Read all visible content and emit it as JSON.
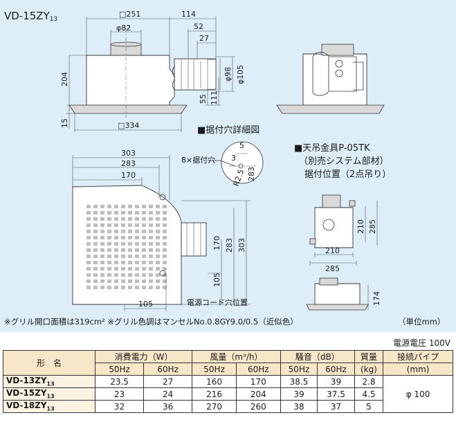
{
  "drawing": {
    "model_title": "VD-15ZY",
    "model_sub": "13",
    "dims_front": {
      "top_width": "□251",
      "side_offset": "114",
      "duct_52": "52",
      "duct_27": "27",
      "phi82": "φ82",
      "height_204": "204",
      "phi98": "φ98",
      "phi105": "φ105",
      "h55": "55",
      "h111": "111",
      "h15": "15",
      "bottom_width": "□334"
    },
    "section_install": "■据付穴詳細図",
    "hole_detail": {
      "d5": "5",
      "d3": "3",
      "r25": "R2.5",
      "d283": "283",
      "holes": "8×据付穴"
    },
    "dims_plan": {
      "d303": "303",
      "d283": "283",
      "d170": "170",
      "v170": "170",
      "v283": "283",
      "v303": "303",
      "v105": "105",
      "h105": "105"
    },
    "cord_label": "電源コード穴位置",
    "bracket_title": "■天吊金具P-05TK",
    "bracket_line2": "（別売システム部材）",
    "bracket_line3": "据付位置（2点吊り）",
    "dims_bracket": {
      "v210": "210",
      "v285": "285",
      "h210": "210",
      "h285": "285",
      "v174": "174"
    },
    "note": "※グリル開口面積は319cm² ※グリル色調はマンセルNo.0.8GY9.0/0.5（近似色）",
    "unit": "（単位mm）"
  },
  "spec": {
    "voltage": "電源電圧 100V",
    "headers": {
      "model": "形　名",
      "power": "消費電力（W）",
      "airflow": "風量（m³/h）",
      "noise": "騒音（dB）",
      "mass": "質量",
      "mass_unit": "(kg)",
      "pipe": "接続パイプ",
      "pipe_unit": "(mm)"
    },
    "hz": [
      "50Hz",
      "60Hz",
      "50Hz",
      "60Hz",
      "50Hz",
      "60Hz"
    ],
    "rows": [
      {
        "model": "VD-13ZY",
        "sub": "13",
        "values": [
          "23.5",
          "27",
          "160",
          "170",
          "38.5",
          "39",
          "2.8"
        ]
      },
      {
        "model": "VD-15ZY",
        "sub": "13",
        "values": [
          "23",
          "24",
          "216",
          "204",
          "39",
          "37.5",
          "4.5"
        ]
      },
      {
        "model": "VD-18ZY",
        "sub": "13",
        "values": [
          "32",
          "36",
          "270",
          "260",
          "38",
          "37",
          "5"
        ]
      }
    ],
    "pipe_value": "φ 100"
  }
}
